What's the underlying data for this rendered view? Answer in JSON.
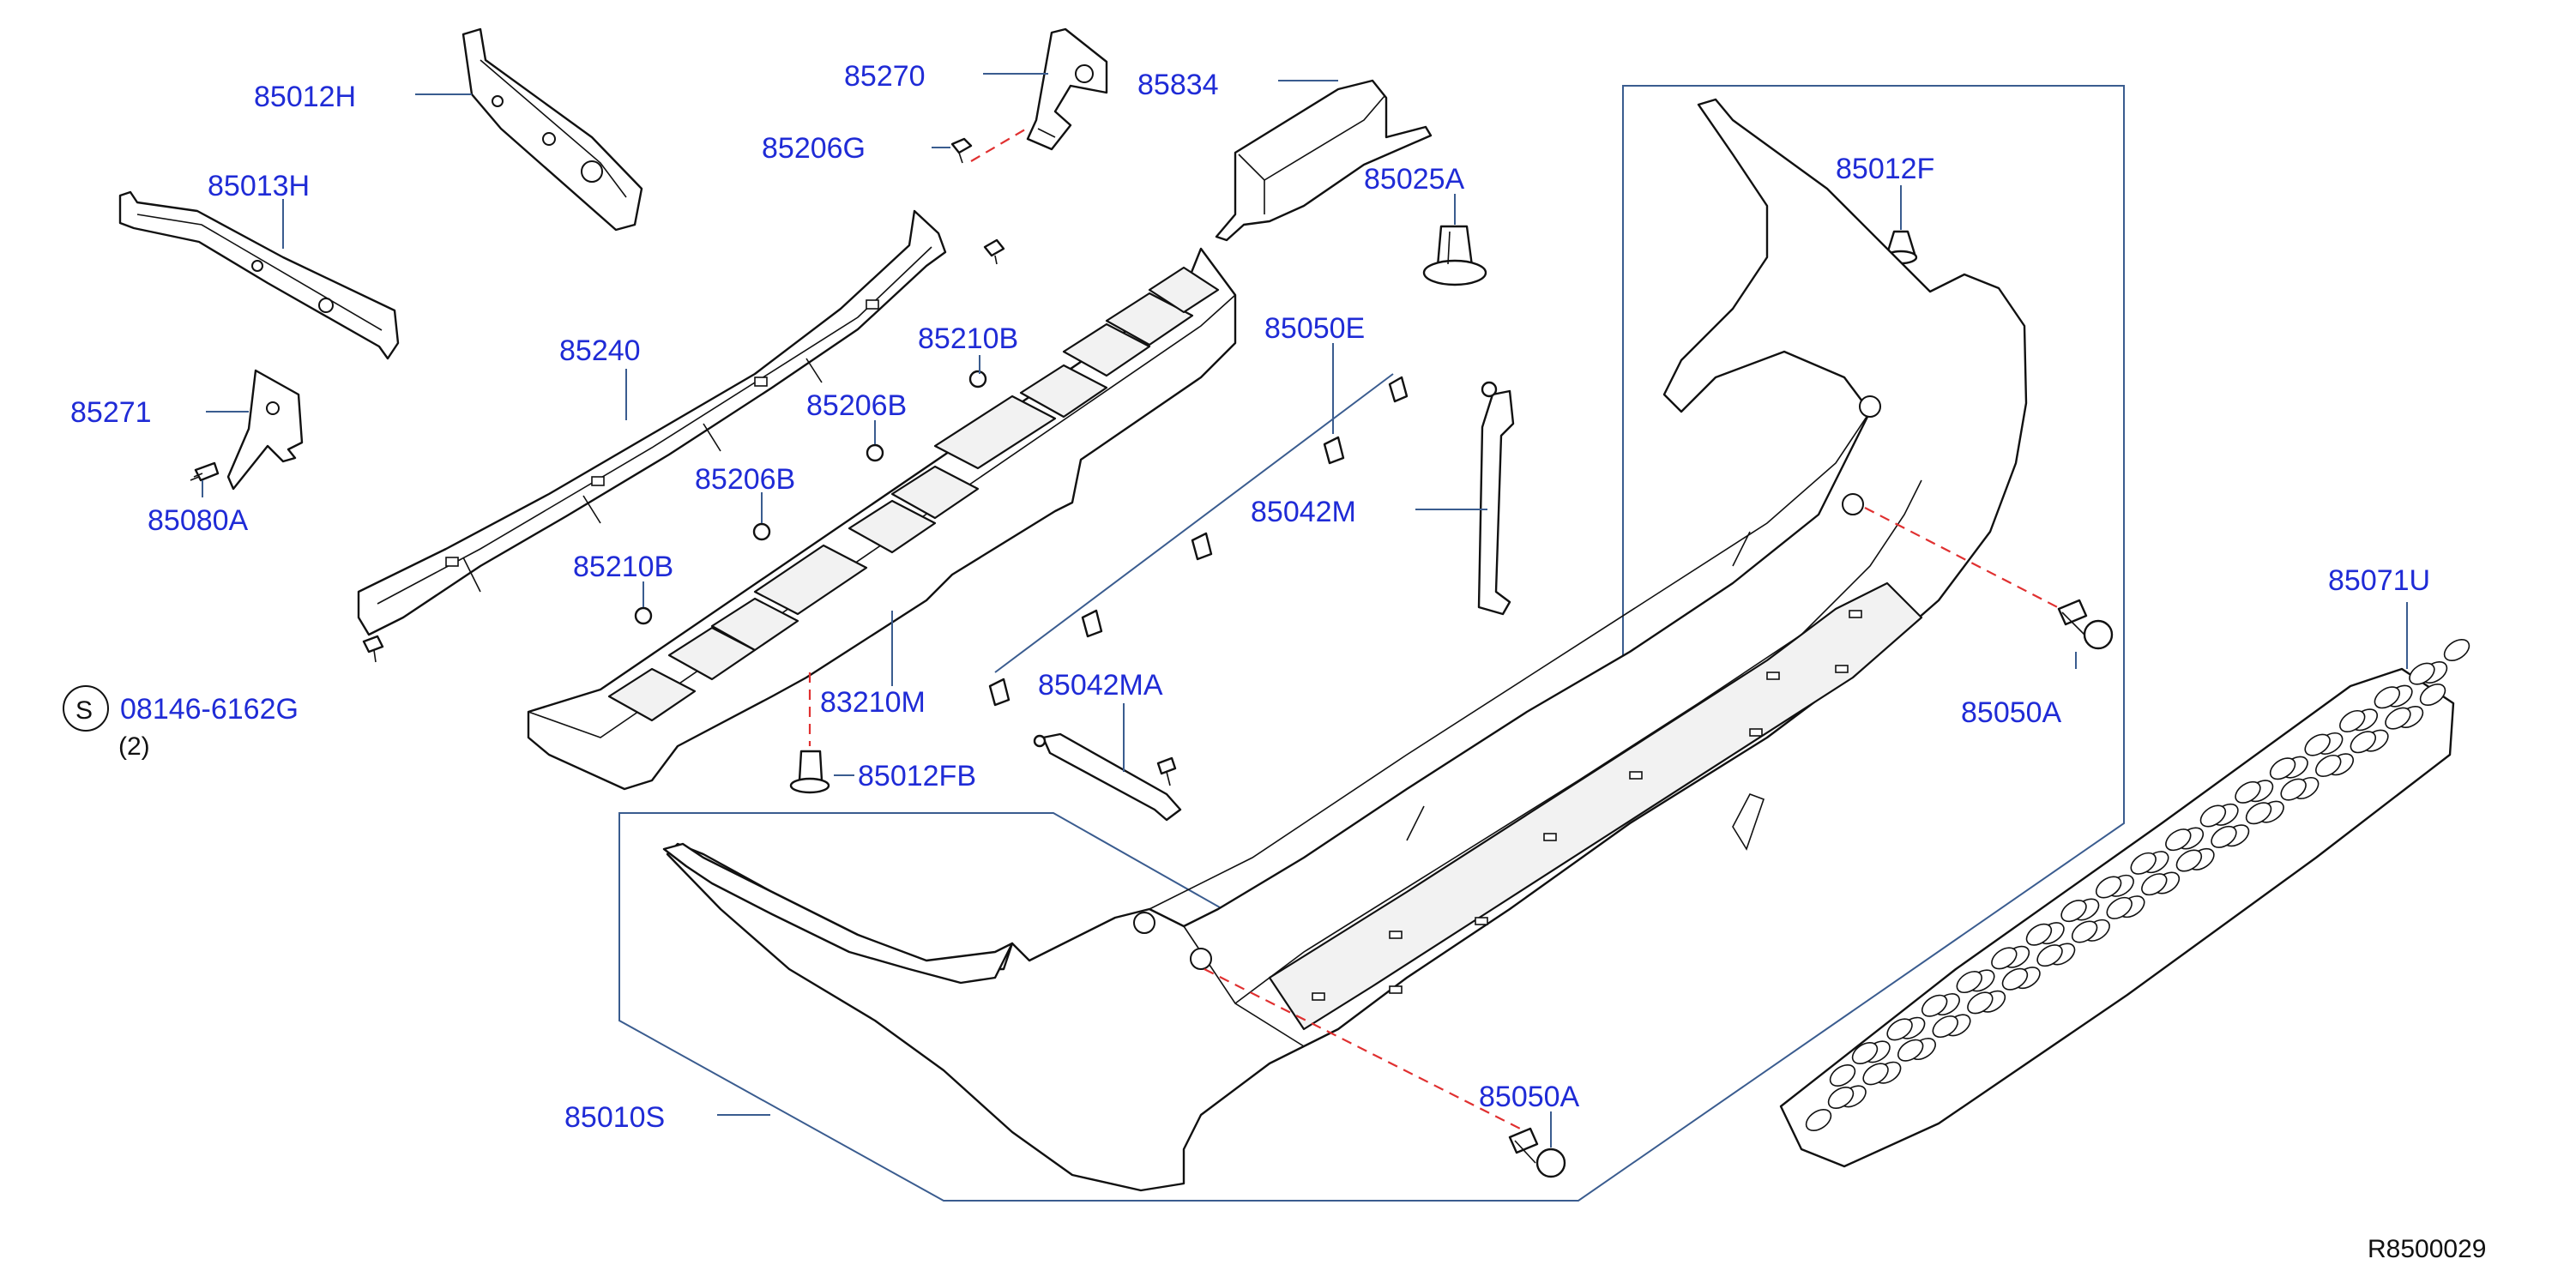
{
  "diagram": {
    "reference_code": "R8500029",
    "callouts": [
      {
        "id": "85012H",
        "text": "85012H"
      },
      {
        "id": "85013H",
        "text": "85013H"
      },
      {
        "id": "85271",
        "text": "85271"
      },
      {
        "id": "85080A",
        "text": "85080A"
      },
      {
        "id": "85270",
        "text": "85270"
      },
      {
        "id": "85206G",
        "text": "85206G"
      },
      {
        "id": "85834",
        "text": "85834"
      },
      {
        "id": "85025A",
        "text": "85025A"
      },
      {
        "id": "85240",
        "text": "85240"
      },
      {
        "id": "85210B-a",
        "text": "85210B"
      },
      {
        "id": "85206B-a",
        "text": "85206B"
      },
      {
        "id": "85206B-b",
        "text": "85206B"
      },
      {
        "id": "85210B-b",
        "text": "85210B"
      },
      {
        "id": "85050E",
        "text": "85050E"
      },
      {
        "id": "85042M",
        "text": "85042M"
      },
      {
        "id": "83210M",
        "text": "83210M"
      },
      {
        "id": "85042MA",
        "text": "85042MA"
      },
      {
        "id": "85012FB",
        "text": "85012FB"
      },
      {
        "id": "85012F",
        "text": "85012F"
      },
      {
        "id": "85050A-a",
        "text": "85050A"
      },
      {
        "id": "85071U",
        "text": "85071U"
      },
      {
        "id": "85010S",
        "text": "85010S"
      },
      {
        "id": "85050A-b",
        "text": "85050A"
      }
    ],
    "screw_symbol": "S",
    "screw_part": "08146-6162G",
    "screw_qty": "(2)"
  }
}
